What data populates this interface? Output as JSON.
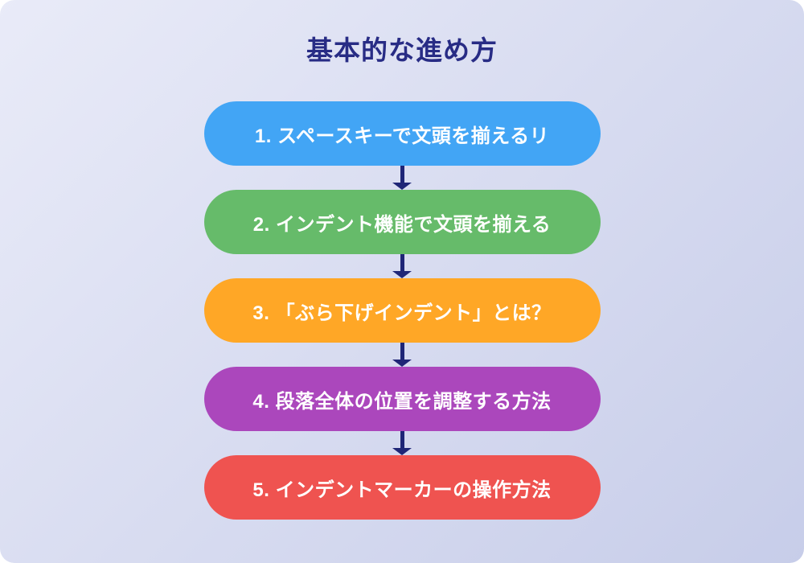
{
  "title": "基本的な進め方",
  "steps": [
    {
      "label": "1. スペースキーで文頭を揃えるリ",
      "color": "#42a5f5",
      "color_name": "blue"
    },
    {
      "label": "2. インデント機能で文頭を揃える",
      "color": "#66bb6a",
      "color_name": "green"
    },
    {
      "label": "3. 「ぶら下げインデント」とは？",
      "color": "#ffa726",
      "color_name": "orange"
    },
    {
      "label": "4. 段落全体の位置を調整する方法",
      "color": "#ab47bc",
      "color_name": "purple"
    },
    {
      "label": "5. インデントマーカーの操作方法",
      "color": "#ef5350",
      "color_name": "red"
    }
  ],
  "colors": {
    "title_text": "#282c85",
    "step_text": "#ffffff",
    "arrow": "#1f2677",
    "background_gradient_start": "#e9ebf8",
    "background_gradient_end": "#c7cde9"
  },
  "icons": {
    "connector": "down-arrow"
  }
}
